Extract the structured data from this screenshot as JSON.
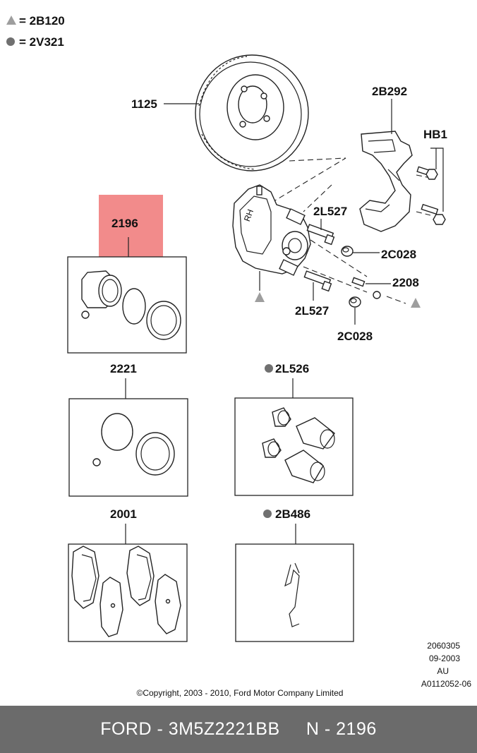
{
  "legend": {
    "triangle_label": "= 2B120",
    "circle_label": "= 2V321"
  },
  "callouts": {
    "disc": "1125",
    "caliper_bracket": "2B292",
    "bolts": "HB1",
    "highlighted_kit": "2196",
    "pin_upper": "2L527",
    "pin_lower": "2L527",
    "cap_upper": "2C028",
    "cap_lower": "2C028",
    "bleed_screw": "2208",
    "seal_kit": "2221",
    "sleeve_kit": "2L526",
    "pad_set": "2001",
    "spring_clip": "2B486"
  },
  "caliper_mark": "RH",
  "info_block": {
    "line1": "2060305",
    "line2": "09-2003",
    "line3": "AU",
    "line4": "A0112052-06"
  },
  "copyright": "©Copyright, 2003 - 2010, Ford Motor Company Limited",
  "footer": {
    "brand_part": "FORD - 3M5Z2221BB",
    "ref": "N - 2196"
  },
  "colors": {
    "highlight": "#f28b8b",
    "footer_bg": "#6b6b6b",
    "legend_triangle": "#9e9e9e",
    "legend_circle": "#707070"
  }
}
